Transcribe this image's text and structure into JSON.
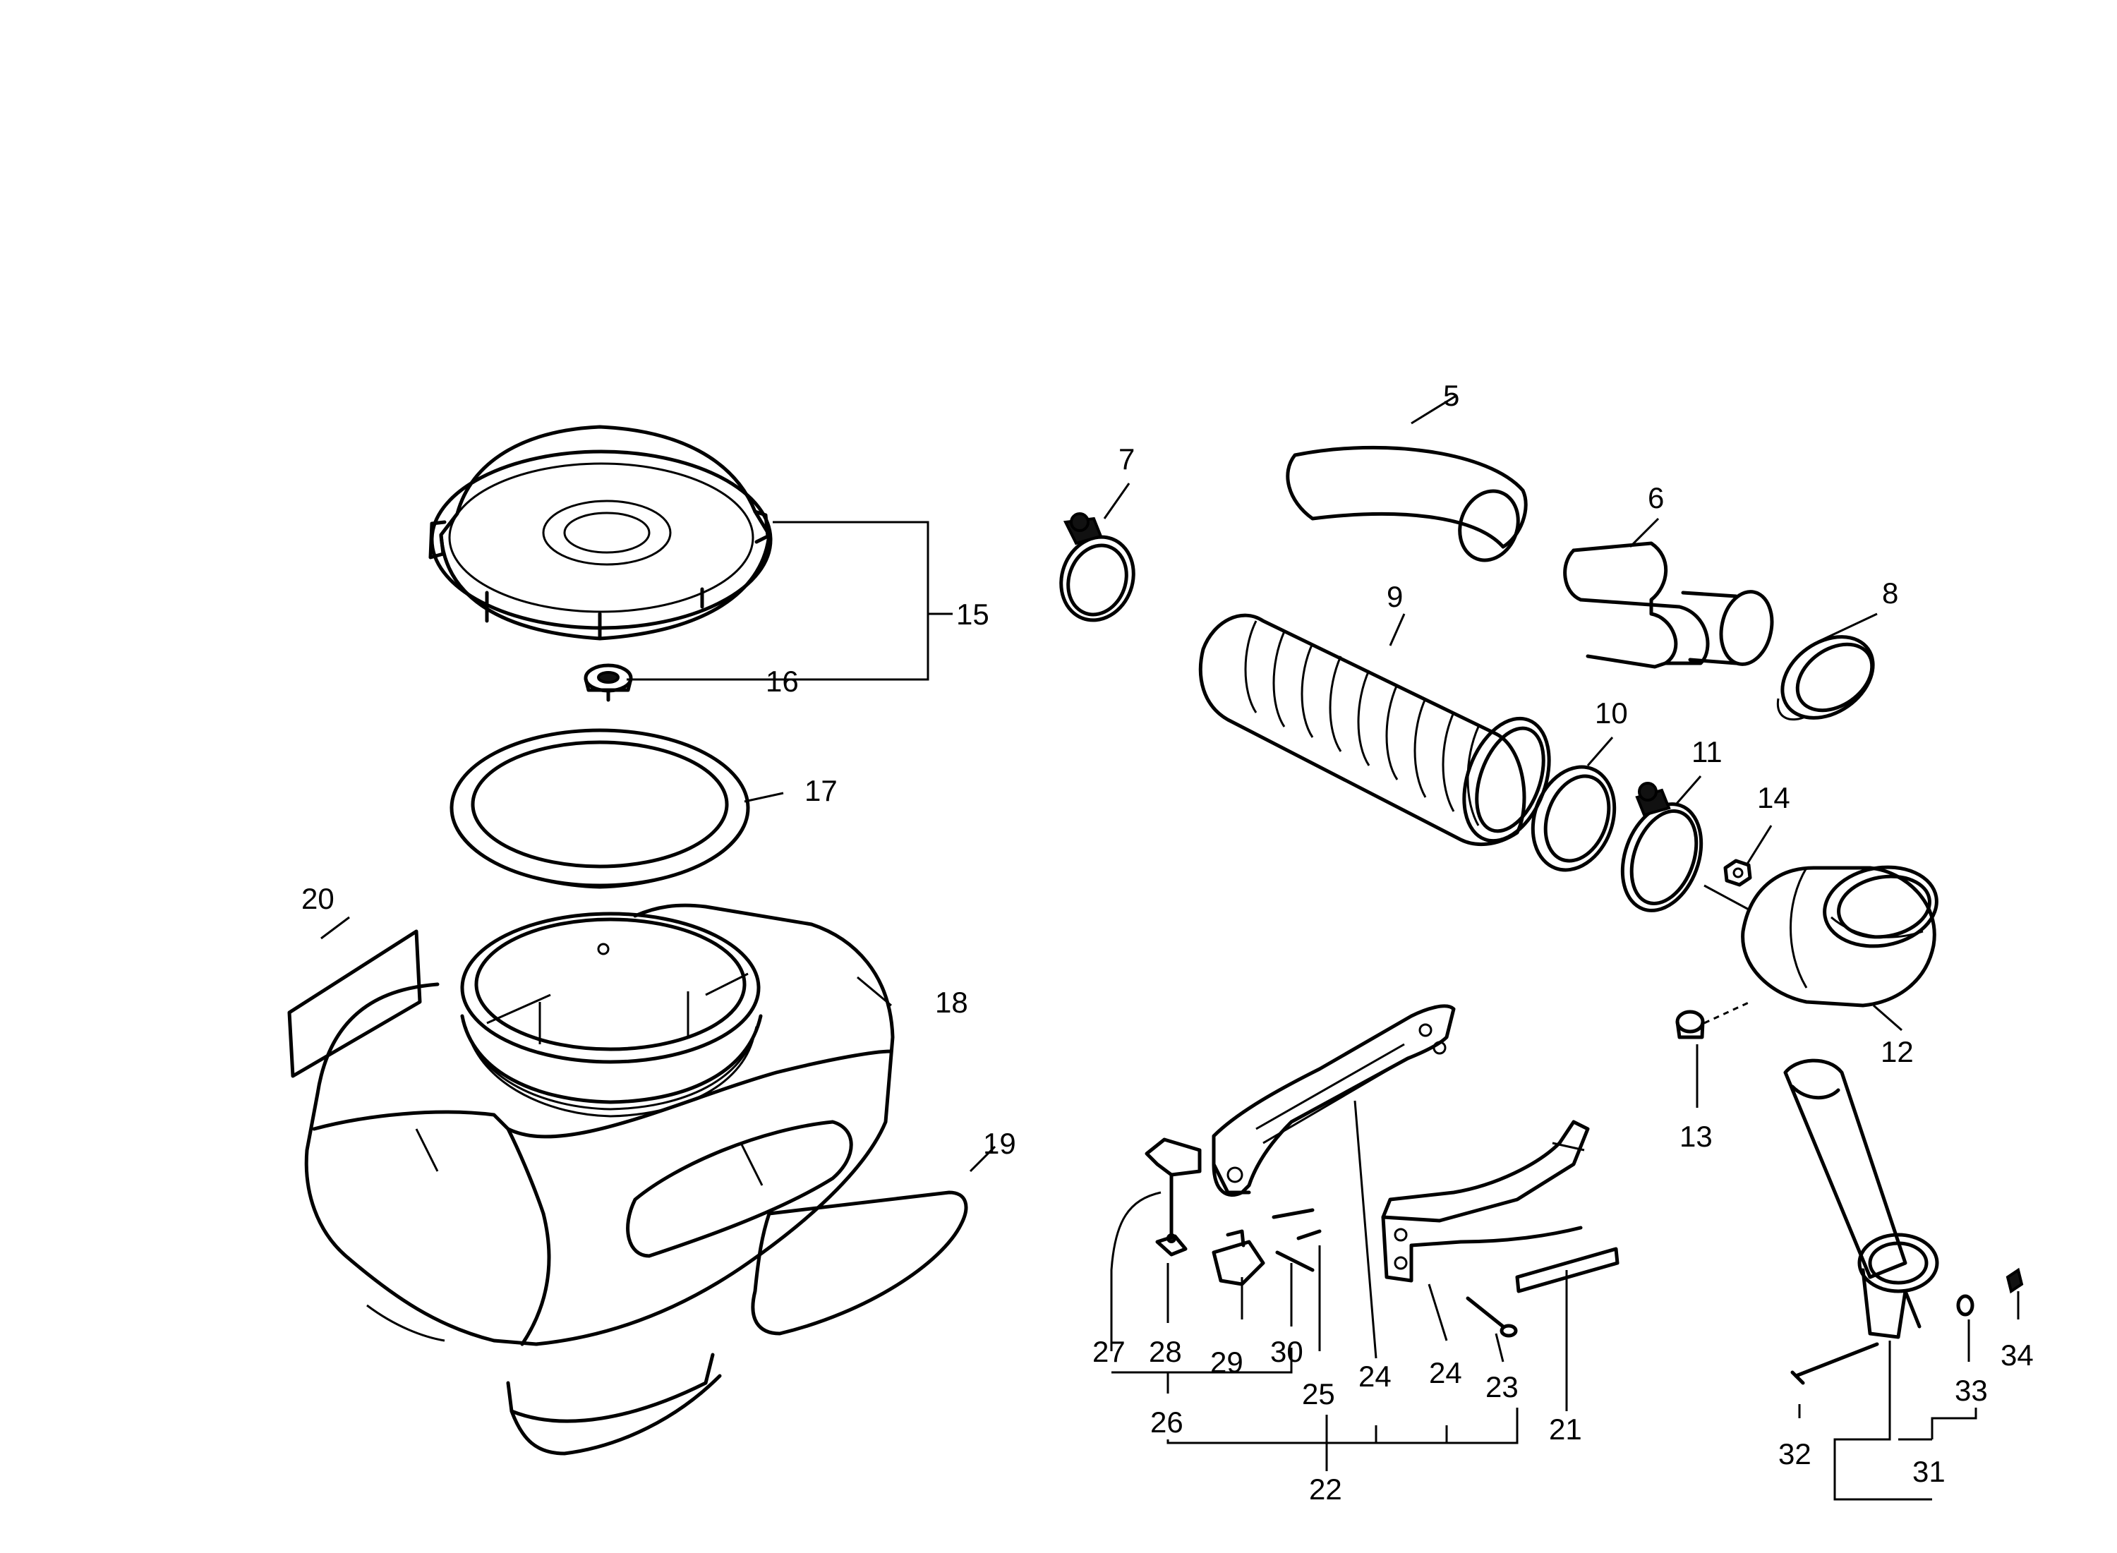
{
  "diagram": {
    "callouts": [
      "5",
      "6",
      "7",
      "8",
      "9",
      "10",
      "11",
      "12",
      "13",
      "14",
      "15",
      "16",
      "17",
      "18",
      "19",
      "20",
      "21",
      "22",
      "23",
      "24",
      "24",
      "25",
      "26",
      "27",
      "28",
      "29",
      "30",
      "31",
      "32",
      "33",
      "34"
    ]
  }
}
